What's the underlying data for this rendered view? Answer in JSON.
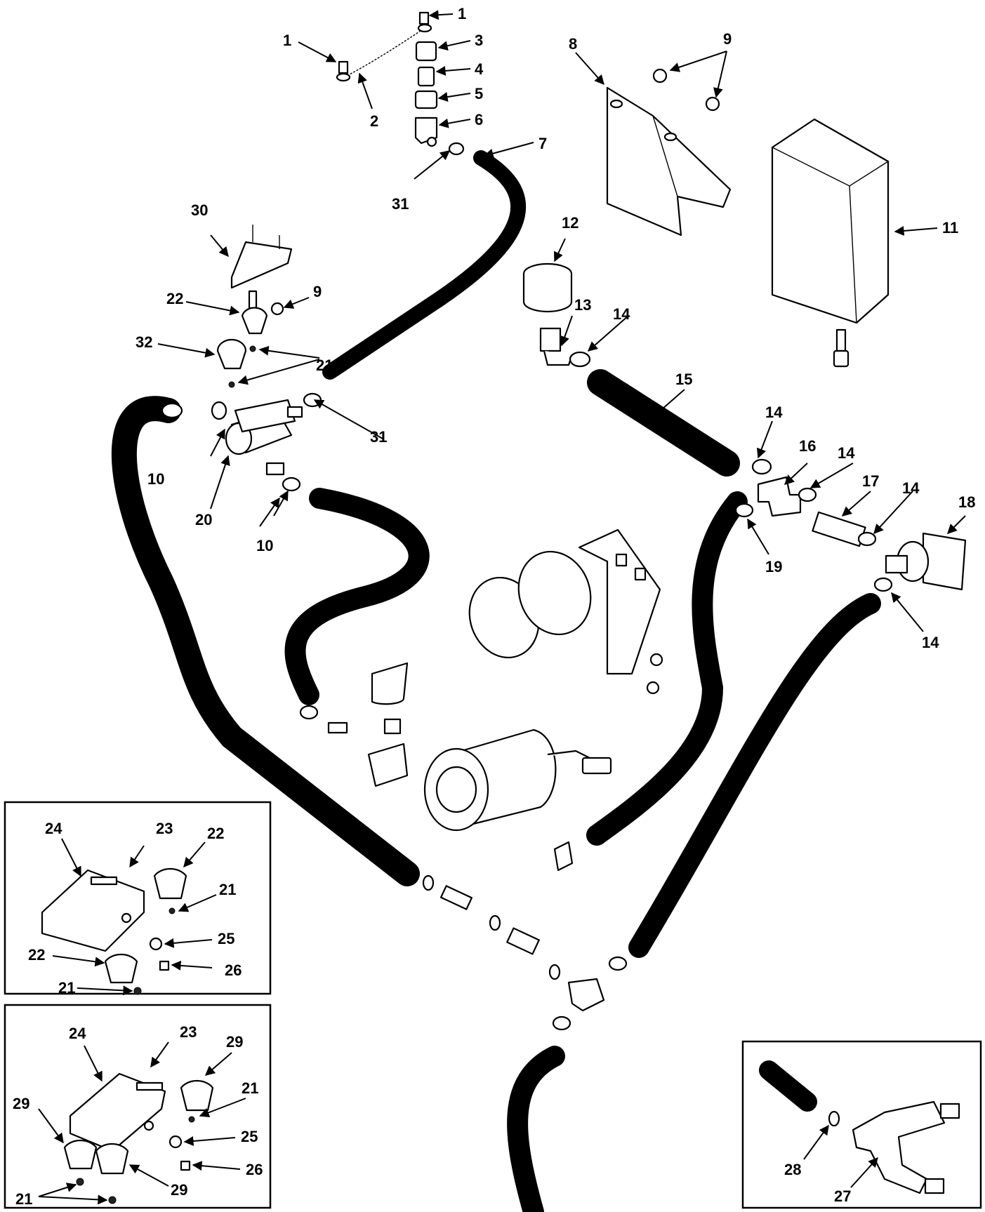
{
  "callouts": {
    "c1a": "1",
    "c1b": "1",
    "c2": "2",
    "c3": "3",
    "c4": "4",
    "c5": "5",
    "c6": "6",
    "c7": "7",
    "c8": "8",
    "c9a": "9",
    "c9b": "9",
    "c10a": "10",
    "c10b": "10",
    "c11": "11",
    "c12": "12",
    "c13": "13",
    "c14a": "14",
    "c14b": "14",
    "c14c": "14",
    "c14d": "14",
    "c14e": "14",
    "c15": "15",
    "c16": "16",
    "c17": "17",
    "c18": "18",
    "c19": "19",
    "c20": "20",
    "c21a": "21",
    "c22a": "22",
    "c30": "30",
    "c31a": "31",
    "c31b": "31",
    "c32": "32"
  },
  "inset_a": {
    "c24": "24",
    "c23": "23",
    "c22a": "22",
    "c21a": "21",
    "c25": "25",
    "c22b": "22",
    "c26": "26",
    "c21b": "21"
  },
  "inset_b": {
    "c24": "24",
    "c23": "23",
    "c29a": "29",
    "c21a": "21",
    "c29b": "29",
    "c25": "25",
    "c26": "26",
    "c29c": "29",
    "c21b": "21"
  },
  "inset_c": {
    "c28": "28",
    "c27": "27"
  },
  "style": {
    "line_color": "#000000",
    "background": "#ffffff"
  }
}
